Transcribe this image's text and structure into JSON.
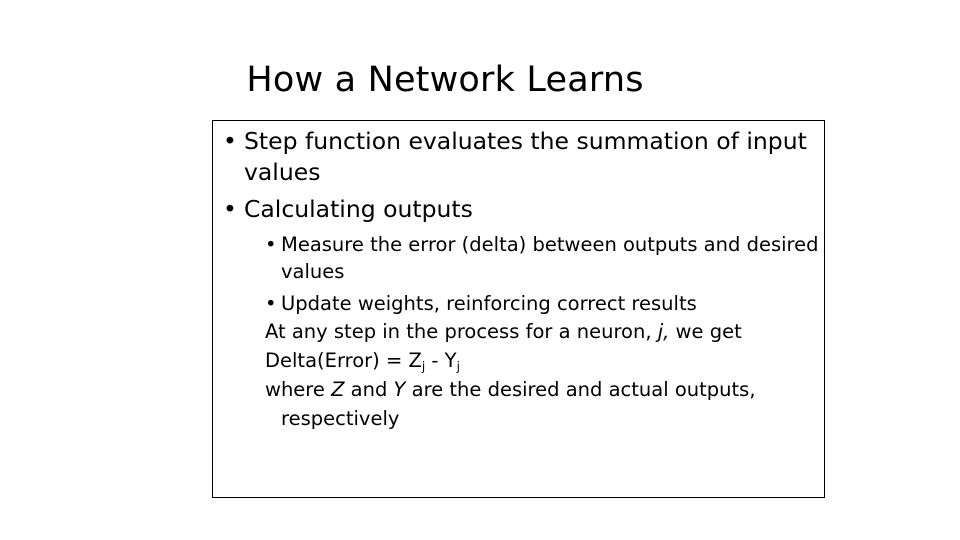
{
  "slide": {
    "title": "How a Network Learns",
    "background_color": "#ffffff",
    "text_color": "#000000",
    "border_color": "#000000"
  },
  "content": {
    "bullet_marker": "•",
    "level1": [
      {
        "text": "Step function evaluates the summation of input values"
      },
      {
        "text": "Calculating outputs"
      }
    ],
    "level2_bullets": [
      {
        "text": "Measure the error (delta) between outputs and desired values"
      },
      {
        "text": "Update weights, reinforcing correct results"
      }
    ],
    "equations": {
      "line1_a": "At any step in the process for a neuron, ",
      "line1_italic": "j,",
      "line1_b": " we get",
      "line2_a": "Delta(Error) = Z",
      "line2_sub1": "j",
      "line2_b": " - Y",
      "line2_sub2": "j",
      "line3_a": "where ",
      "line3_italic1": "Z",
      "line3_b": " and ",
      "line3_italic2": "Y",
      "line3_c": " are the desired and actual outputs,",
      "line3_cont": "respectively"
    }
  }
}
